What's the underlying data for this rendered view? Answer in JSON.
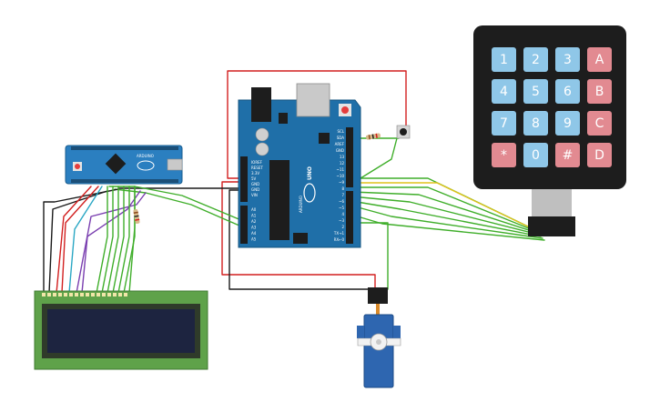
{
  "colors": {
    "uno_board": "#1f6fa8",
    "nano_board": "#2b7fc0",
    "keypad_body": "#1d1d1d",
    "key_blue": "#8fc7e8",
    "key_red": "#e28a91",
    "lcd_board": "#5fa24a",
    "lcd_screen": "#1d2440",
    "servo_body": "#2e66b0",
    "wire_red": "#d21f1f",
    "wire_black": "#1a1a1a",
    "wire_green": "#3fae2a",
    "wire_yellow": "#e0c21a",
    "wire_purple": "#7a3fb0",
    "wire_cyan": "#2aa7c4"
  },
  "keypad": {
    "keys": [
      [
        {
          "label": "1",
          "color": "blue"
        },
        {
          "label": "2",
          "color": "blue"
        },
        {
          "label": "3",
          "color": "blue"
        },
        {
          "label": "A",
          "color": "red"
        }
      ],
      [
        {
          "label": "4",
          "color": "blue"
        },
        {
          "label": "5",
          "color": "blue"
        },
        {
          "label": "6",
          "color": "blue"
        },
        {
          "label": "B",
          "color": "red"
        }
      ],
      [
        {
          "label": "7",
          "color": "blue"
        },
        {
          "label": "8",
          "color": "blue"
        },
        {
          "label": "9",
          "color": "blue"
        },
        {
          "label": "C",
          "color": "red"
        }
      ],
      [
        {
          "label": "*",
          "color": "red"
        },
        {
          "label": "0",
          "color": "blue"
        },
        {
          "label": "#",
          "color": "red"
        },
        {
          "label": "D",
          "color": "red"
        }
      ]
    ]
  },
  "uno": {
    "brand": "UNO",
    "logo_text": "ARDUINO",
    "power_pins": [
      "IOREF",
      "RESET",
      "3.3V",
      "5V",
      "GND",
      "GND",
      "VIN"
    ],
    "analog_pins": [
      "A0",
      "A1",
      "A2",
      "A3",
      "A4",
      "A5"
    ],
    "digital_pins": [
      "SCL",
      "SDA",
      "AREF",
      "GND",
      "13",
      "12",
      "~11",
      "~10",
      "~9",
      "8",
      "7",
      "~6",
      "~5",
      "4",
      "~3",
      "2",
      "TX→1",
      "RX←0"
    ]
  },
  "nano": {
    "brand": "ARDUINO"
  }
}
